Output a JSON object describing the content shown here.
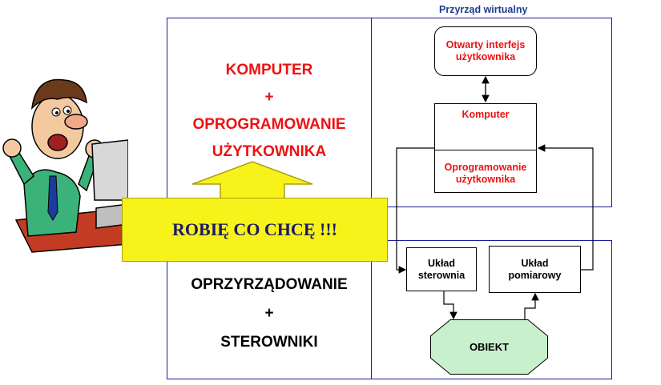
{
  "virtual_instrument_label": "Przyrząd wirtualny",
  "left_top": {
    "line1": "KOMPUTER",
    "plus1": "+",
    "line2": "OPROGRAMOWANIE",
    "line3": "UŻYTKOWNIKA"
  },
  "banner_text": "ROBIĘ CO CHCĘ !!!",
  "left_bottom": {
    "line1": "OPRZYRZĄDOWANIE",
    "plus": "+",
    "line2": "STEROWNIKI"
  },
  "diagram": {
    "ui_box": "Otwarty interfejs użytkownika",
    "computer_box": "Komputer",
    "software_box": "Oprogramowanie użytkownika",
    "control_box": "Układ sterownia",
    "measure_box": "Układ pomiarowy",
    "object_box": "OBIEKT"
  },
  "colors": {
    "panel_border": "#1a1aa0",
    "red_text": "#e11111",
    "banner_fill": "#f7f21a",
    "object_fill": "#c8f0cc"
  }
}
